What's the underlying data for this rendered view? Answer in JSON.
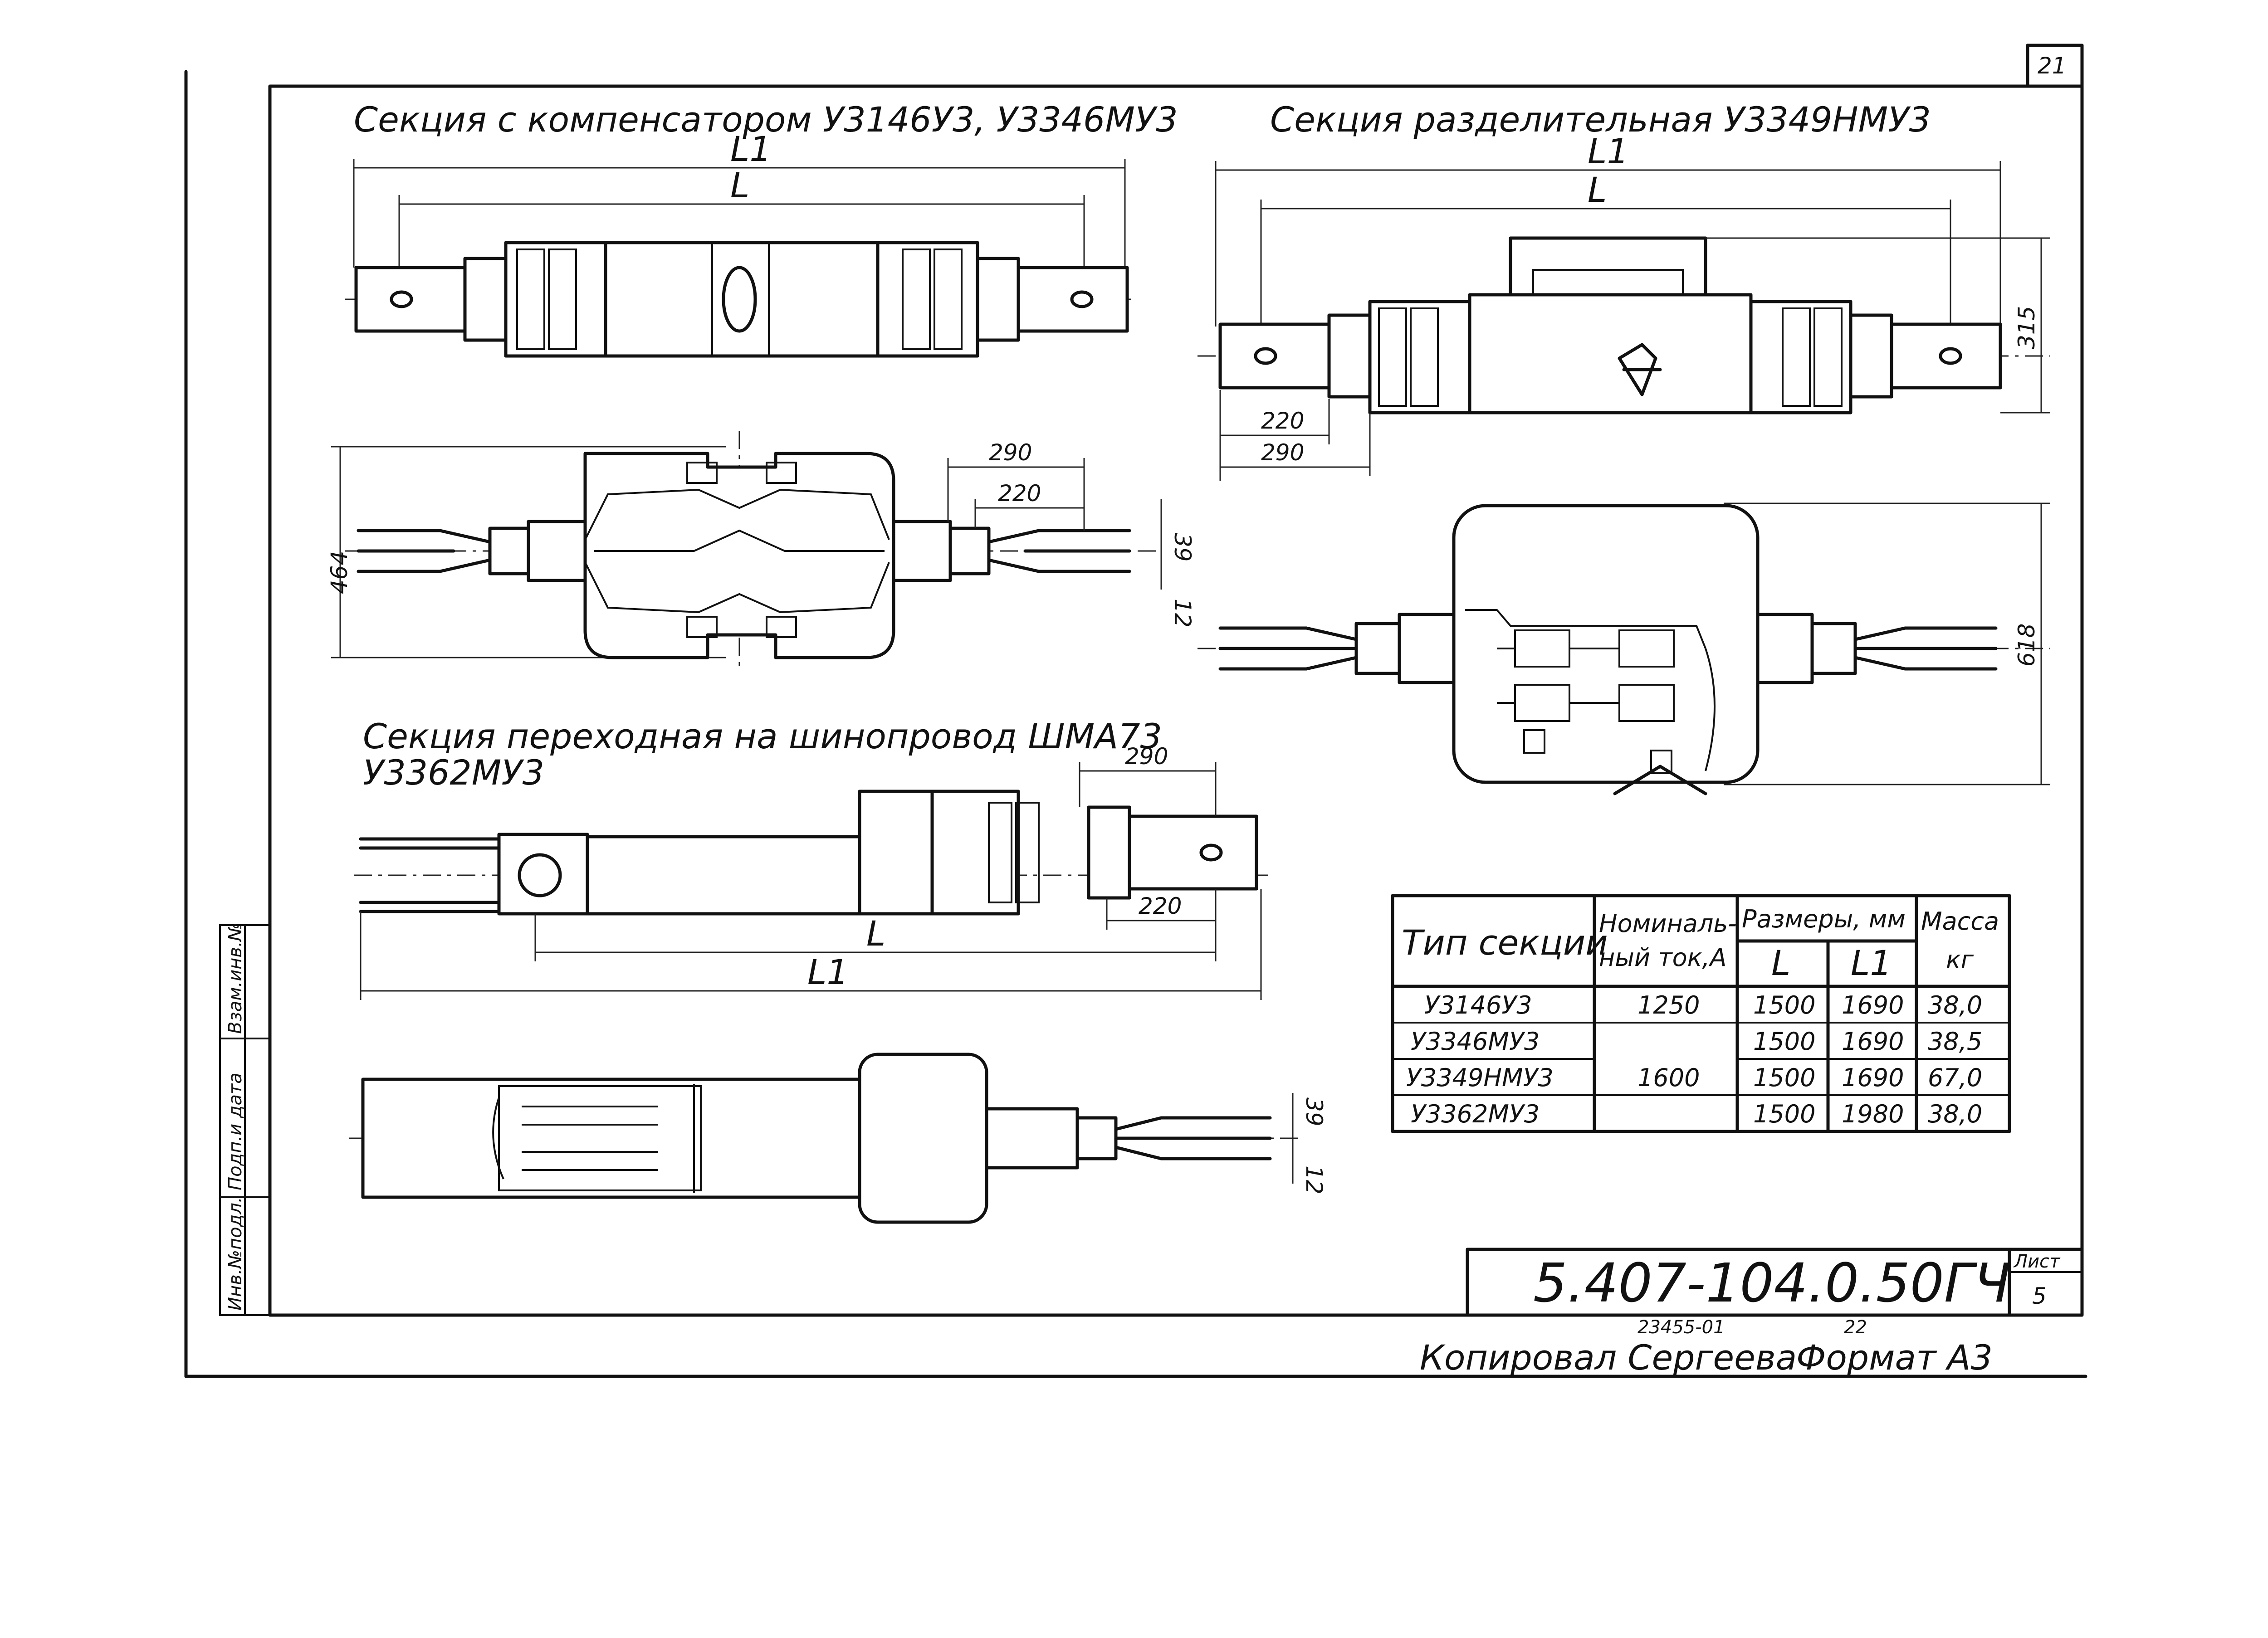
{
  "sheet": {
    "page_number": "21",
    "code": "5.407-104.0.50ГЧ",
    "list_label": "Лист",
    "list_number": "5",
    "stamp_1": "23455-01",
    "stamp_2": "22",
    "copied_by": "Копировал Сергеева",
    "format": "Формат А3",
    "side_stamp": [
      "Инв.№подл.",
      "Подп.и дата",
      "Взам.инв.№"
    ]
  },
  "views": {
    "compensator": {
      "title": "Секция с компенсатором У3146У3, У3346МУ3",
      "dim_l1": "L1",
      "dim_l": "L",
      "dim_290": "290",
      "dim_220": "220",
      "dim_464": "464",
      "dim_39": "39",
      "dim_12": "12"
    },
    "separating": {
      "title": "Секция разделительная У3349НМУ3",
      "dim_l1": "L1",
      "dim_l": "L",
      "dim_315": "315",
      "dim_220": "220",
      "dim_290": "290",
      "dim_618": "618"
    },
    "transition": {
      "title_line1": "Секция переходная на шинопровод ШМА73",
      "title_line2": "У3362МУ3",
      "dim_290": "290",
      "dim_220": "220",
      "dim_l": "L",
      "dim_l1": "L1",
      "dim_39": "39",
      "dim_12": "12"
    }
  },
  "table": {
    "headers": {
      "type": "Тип секции",
      "current_1": "Номиналь-",
      "current_2": "ный ток,А",
      "sizes": "Размеры, мм",
      "l": "L",
      "l1": "L1",
      "mass_1": "Масса",
      "mass_2": "кг"
    },
    "rows": [
      {
        "type": "У3146У3",
        "current": "1250",
        "l": "1500",
        "l1": "1690",
        "mass": "38,0"
      },
      {
        "type": "У3346МУ3",
        "current": "",
        "l": "1500",
        "l1": "1690",
        "mass": "38,5"
      },
      {
        "type": "У3349НМУ3",
        "current": "1600",
        "l": "1500",
        "l1": "1690",
        "mass": "67,0"
      },
      {
        "type": "У3362МУ3",
        "current": "",
        "l": "1500",
        "l1": "1980",
        "mass": "38,0"
      }
    ]
  }
}
